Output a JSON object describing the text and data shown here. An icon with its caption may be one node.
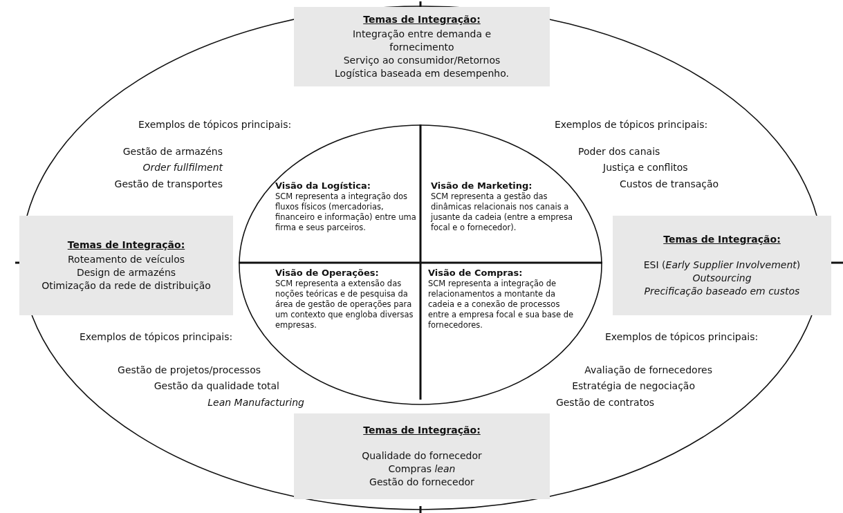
{
  "diagram": {
    "nodes": [
      {
        "text": [],
        "shape": "ellipse"
      },
      {
        "text": [],
        "shape": "ellipse",
        "in": 0
      },
      {
        "text": [
          "Visão da Logística:",
          "SCM representa a integração dos fluxos físicos (mercadorias, financeiro e informação) entre uma firma e seus parceiros."
        ],
        "in": 1
      },
      {
        "text": [
          "Visão de Marketing:",
          "SCM representa a gestão das dinâmicas relacionais nos canais a jusante da cadeia (entre a empresa focal e o fornecedor)."
        ],
        "in": 1
      },
      {
        "text": [
          "Visão de Operações:",
          "SCM representa a extensão das noções teóricas e de pesquisa da área de gestão de operações para um contexto que engloba diversas empresas."
        ],
        "in": 1
      },
      {
        "text": [
          "Visão de Compras:",
          "SCM representa a integração de relacionamentos a montante da cadeia e a conexão de processos entre a empresa focal e sua base de fornecedores."
        ],
        "in": 1
      },
      {
        "text": [
          "Temas de Integração:",
          "Integração entre demanda e fornecimento",
          "Serviço ao consumidor/Retornos",
          "Logística baseada em desempenho."
        ],
        "in": 0
      },
      {
        "text": [
          "Temas de Integração:",
          "Roteamento de veículos",
          "Design de armazéns",
          "Otimização da rede de distribuição"
        ],
        "in": 0
      },
      {
        "text": [
          "Temas de Integração:",
          "ESI (*Early Supplier Involvement*)",
          "Outsourcing",
          "Precificação baseado em custos"
        ],
        "in": 0
      },
      {
        "text": [
          "Temas de Integração:",
          "Qualidade do fornecedor",
          "Compras *lean*",
          "Gestão do fornecedor"
        ],
        "in": 0
      }
    ],
    "edges": [],
    "labels": [
      "Exemplos de tópicos principais:",
      "Exemplos de tópicos principais:",
      "Gestão de armazéns",
      "Order fullfilment",
      "Gestão de transportes",
      "Poder dos canais",
      "Justiça e conflitos",
      "Custos de transação",
      "Exemplos de tópicos principais:",
      "Exemplos de tópicos principais:",
      "Gestão de projetos/processos",
      "Gestão da qualidade total",
      "Lean Manufacturing",
      "Avaliação de fornecedores",
      "Estratégia de negociação",
      "Gestão de contratos"
    ]
  }
}
